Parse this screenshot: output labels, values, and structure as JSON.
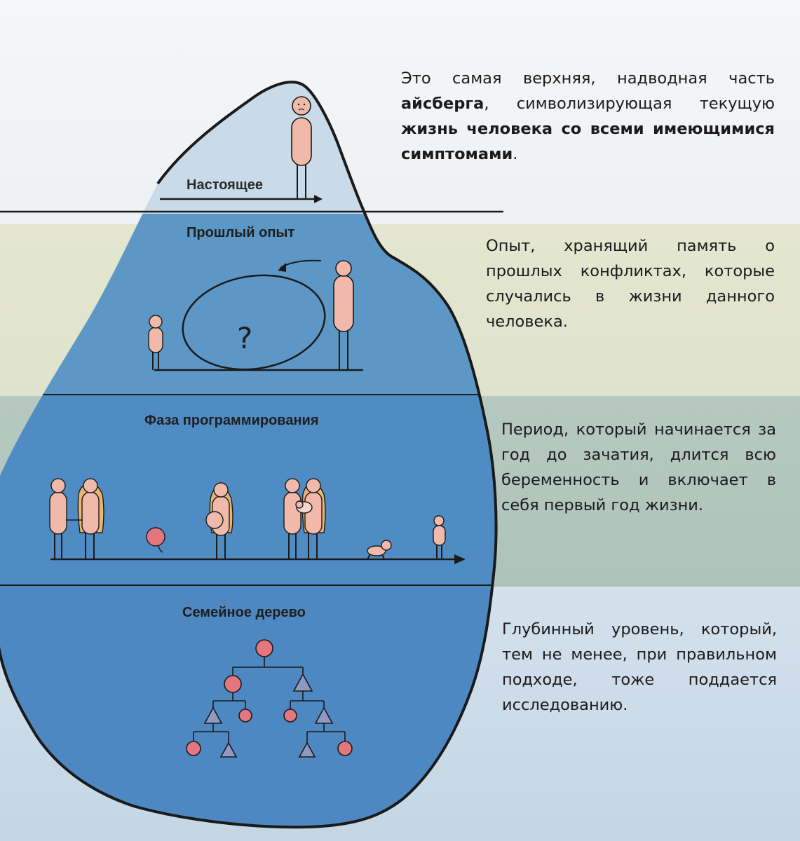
{
  "levels": {
    "present": {
      "label": "Настоящее",
      "desc_pre": "Это самая верхняя, надводная часть ",
      "desc_bold1": "айсберга",
      "desc_mid": ", символизирующая текущую ",
      "desc_bold2": "жизнь человека со всеми имеющимися симптомами",
      "desc_post": "."
    },
    "past": {
      "label": "Прошлый опыт",
      "question_mark": "?",
      "description": "Опыт, хранящий память о прошлых конфликтах, которые случались в жизни данного человека."
    },
    "programming": {
      "label": "Фаза программирования",
      "description": "Период, который начинается за год до зачатия, длится всю беременность и включает в себя первый год жизни."
    },
    "family_tree": {
      "label": "Семейное дерево",
      "description": "Глубинный уровень, который, тем не менее, при правильном подходе, тоже поддается исследованию."
    }
  },
  "colors": {
    "iceberg_top": "#c9dae8",
    "iceberg_past": "#5d97c5",
    "iceberg_programming": "#4f8cc4",
    "iceberg_tree": "#4e88c2",
    "figure_skin": "#f0b9a9",
    "female_hair": "#e9b573",
    "tree_circle": "#e4767d",
    "tree_triangle": "#8e9ac4",
    "outline": "#1a1a1a"
  }
}
